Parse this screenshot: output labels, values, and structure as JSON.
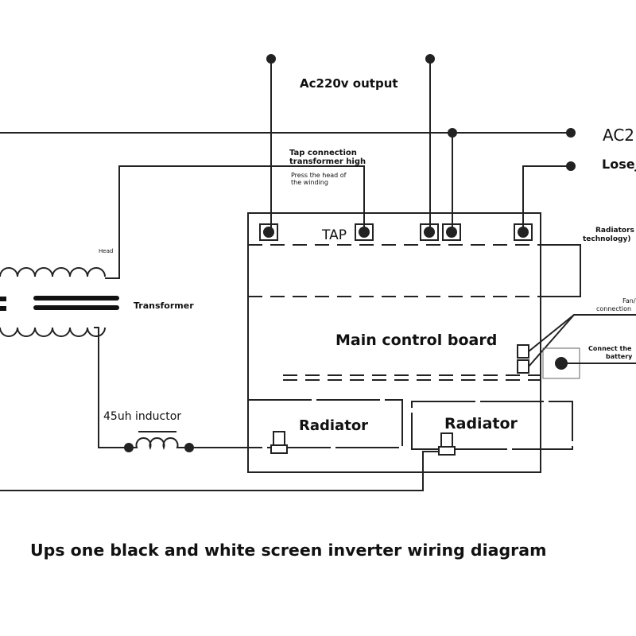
{
  "labels": {
    "ac_output": "Ac220v output",
    "ac_input": "AC2",
    "lose": "Losej",
    "tap_line1": "Tap connection",
    "tap_line2": "transformer high",
    "press_line1": "Press the head of",
    "press_line2": "the winding",
    "tap": "TAP",
    "head": "Head",
    "transformer": "Transformer",
    "radiator_tech1": "Radiators",
    "radiator_tech2": "technology)",
    "fan1": "Fan/",
    "fan2": "connection",
    "main_board": "Main control board",
    "battery1": "Connect the",
    "battery2": "battery",
    "inductor": "45uh inductor",
    "radiator_left": "Radiator",
    "radiator_right": "Radiator",
    "title": "Ups one black and white screen inverter wiring diagram"
  }
}
